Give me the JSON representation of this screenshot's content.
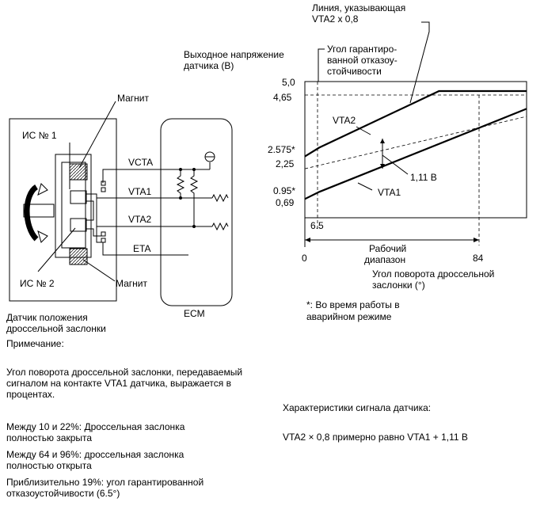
{
  "sensor": {
    "ic1_label": "ИС № 1",
    "ic2_label": "ИС № 2",
    "magnet_top": "Магнит",
    "magnet_bottom": "Магнит",
    "caption_line1": "Датчик положения",
    "caption_line2": "дроссельной заслонки"
  },
  "wiring": {
    "pins": [
      "VCTA",
      "VTA1",
      "VTA2",
      "ETA"
    ],
    "ecm_label": "ECM"
  },
  "chart": {
    "callout_line_1": "Линия, указывающая",
    "callout_line_2": "VTA2 x 0,8",
    "fail_safe_1": "Угол гарантиро-",
    "fail_safe_2": "ванной отказоу-",
    "fail_safe_3": "стойчивости",
    "y_label_1": "Выходное напряжение",
    "y_label_2": "датчика (В)",
    "delta_label": "1,11 В",
    "range_label_1": "Рабочий",
    "range_label_2": "диапазон",
    "x_label_1": "Угол поворота дроссельной",
    "x_label_2": "заслонки (°)",
    "footnote_1": "*: Во время работы в",
    "footnote_2": "аварийном режиме"
  },
  "chart_data": {
    "type": "line",
    "x_ticks": [
      "0",
      "6.5",
      "84"
    ],
    "y_ticks": [
      "0,69",
      "0.95*",
      "2,25",
      "2.575*",
      "4,65",
      "5,0"
    ],
    "xlim": [
      0,
      100
    ],
    "ylim": [
      0,
      5.0
    ],
    "series": [
      {
        "name": "VTA2",
        "x": [
          0,
          6.5,
          60.5,
          100
        ],
        "y": [
          2.25,
          2.575,
          4.65,
          4.65
        ]
      },
      {
        "name": "VTA1",
        "x": [
          0,
          6.5,
          100
        ],
        "y": [
          0.69,
          0.95,
          4.0
        ]
      },
      {
        "name": "",
        "style": "dashed",
        "x": [
          0,
          100
        ],
        "y": [
          1.8,
          3.72
        ]
      },
      {
        "name": "",
        "style": "dashed",
        "x": [
          0,
          100
        ],
        "y": [
          4.65,
          4.65
        ]
      }
    ]
  },
  "notes": {
    "heading": "Примечание:",
    "p1_line1": "Угол поворота дроссельной заслонки, передаваемый",
    "p1_line2": "сигналом на контакте VTA1 датчика, выражается в",
    "p1_line3": "процентах.",
    "p2_line1": "Между 10 и 22%: Дроссельная заслонка",
    "p2_line2": "полностью закрыта",
    "p3_line1": "Между 64 и 96%: дроссельная заслонка",
    "p3_line2": "полностью открыта",
    "p4_line1": "Приблизительно 19%: угол гарантированной",
    "p4_line2": "отказоустойчивости (6.5°)",
    "signal_heading": "Характеристики сигнала датчика:",
    "formula": "VTA2 × 0,8 примерно равно VTA1 + 1,11 В"
  }
}
